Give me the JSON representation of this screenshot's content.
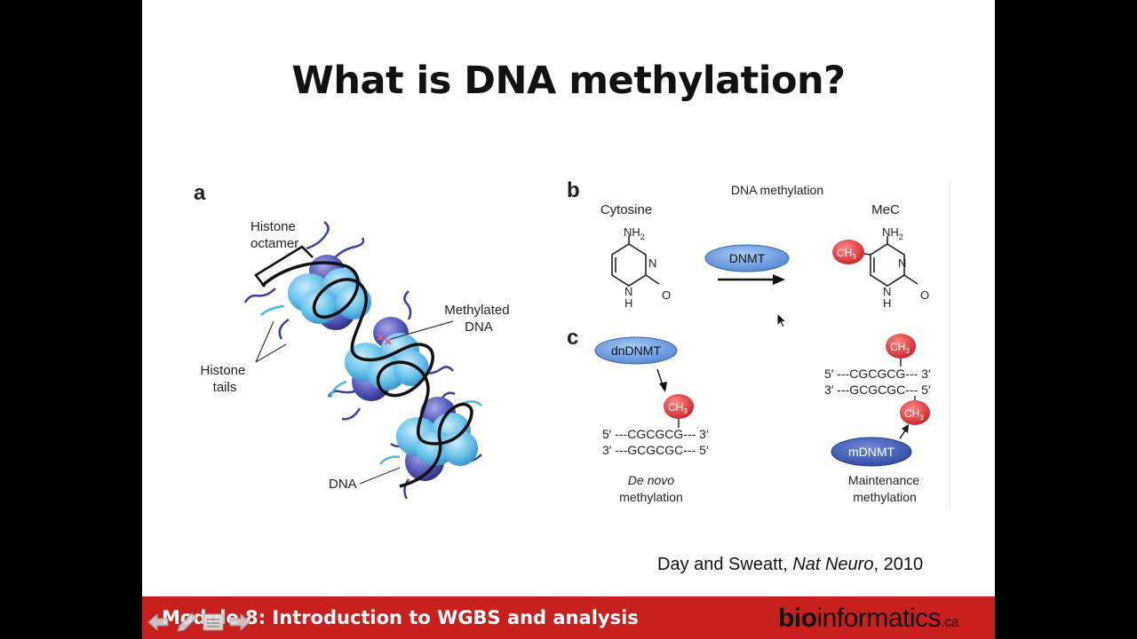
{
  "slide": {
    "title": "What is DNA methylation?",
    "citation": {
      "authors": "Day and Sweatt, ",
      "journal": "Nat Neuro",
      "year": ", 2010"
    },
    "footer": {
      "module_title": "Module 8: Introduction to WGBS and analysis",
      "brand_bold": "bio",
      "brand_rest": "informatics",
      "brand_suffix": ".ca"
    }
  },
  "figure": {
    "panel_a": {
      "letter": "a",
      "histone_octamer_1": "Histone",
      "histone_octamer_2": "octamer",
      "methylated_dna_1": "Methylated",
      "methylated_dna_2": "DNA",
      "histone_tails_1": "Histone",
      "histone_tails_2": "tails",
      "dna": "DNA"
    },
    "panel_b": {
      "letter": "b",
      "heading": "DNA methylation",
      "cytosine": "Cytosine",
      "mec": "MeC",
      "enzyme": "DNMT",
      "nh2": "NH",
      "nh2_sub": "2",
      "n": "N",
      "h": "H",
      "o": "O",
      "ch3": "CH",
      "ch3_sub": "3"
    },
    "panel_c": {
      "letter": "c",
      "dn_enzyme": "dnDNMT",
      "m_enzyme": "mDNMT",
      "ch3": "CH",
      "ch3_sub": "3",
      "strand_top": "5′ ---CGCGCG--- 3′",
      "strand_bottom": "3′ ---GCGCGC--- 5′",
      "de_novo_1": "De novo",
      "de_novo_2": "methylation",
      "maintenance_1": "Maintenance",
      "maintenance_2": "methylation"
    }
  },
  "colors": {
    "footer_bg": "#c8201e",
    "enzyme_blue": "#5b8fd6",
    "enzyme_dark": "#2f4fa8",
    "methyl_red": "#d8282c"
  }
}
